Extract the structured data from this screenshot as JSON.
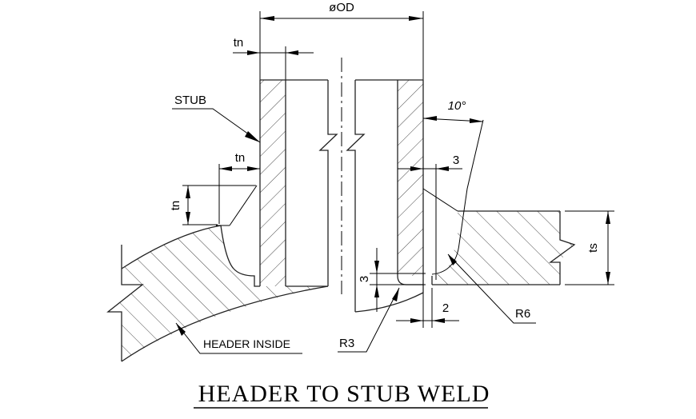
{
  "drawing": {
    "title": "HEADER TO STUB WELD",
    "labels": {
      "outer_diameter": "øOD",
      "nozzle_thickness_top": "tn",
      "nozzle_thickness_side": "tn",
      "nozzle_thickness_vertical": "tn",
      "stub": "STUB",
      "header_inside": "HEADER INSIDE",
      "bevel_angle": "10°",
      "gap_top": "3",
      "root_height": "3",
      "root_gap": "2",
      "radius_root": "R3",
      "radius_fillet": "R6",
      "shell_thickness": "ts"
    }
  }
}
